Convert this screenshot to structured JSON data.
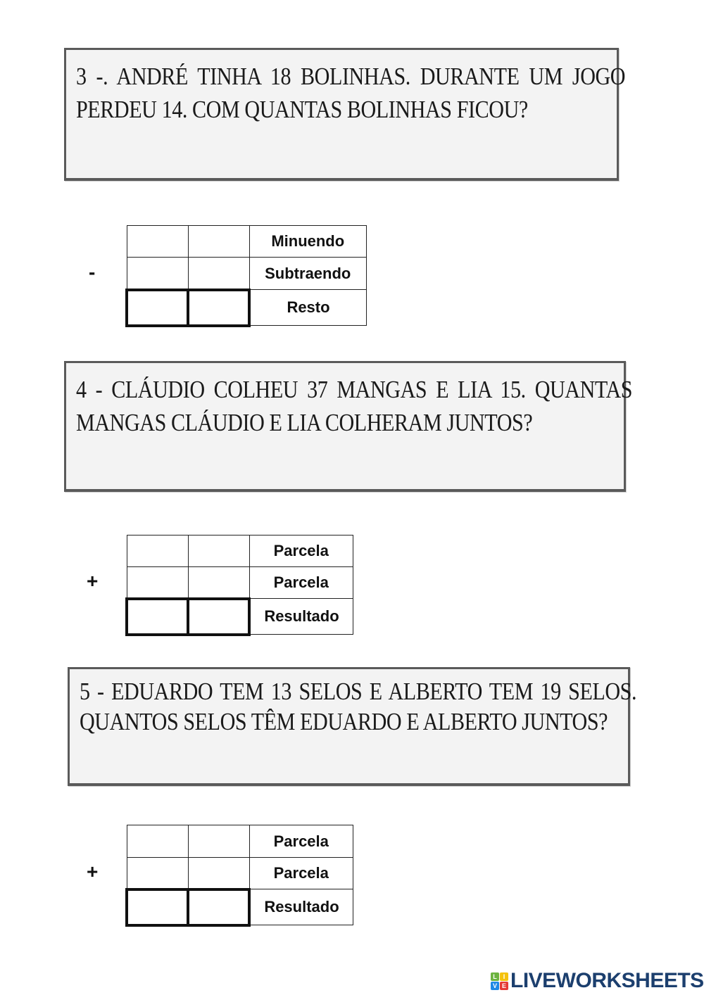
{
  "questions": [
    {
      "number": "3",
      "text": "3 -. ANDRÉ TINHA 18 BOLINHAS. DURANTE UM JOGO PERDEU 14. COM QUANTAS BOLINHAS FICOU?",
      "operation": {
        "sign": "-",
        "rows": [
          {
            "label": "Minuendo",
            "answer_cells": [
              "",
              ""
            ]
          },
          {
            "label": "Subtraendo",
            "answer_cells": [
              "",
              ""
            ]
          },
          {
            "label": "Resto",
            "answer_cells": [
              "",
              ""
            ]
          }
        ]
      }
    },
    {
      "number": "4",
      "text": "4 - CLÁUDIO COLHEU 37 MANGAS E LIA   15. QUANTAS MANGAS CLÁUDIO E LIA COLHERAM JUNTOS?",
      "operation": {
        "sign": "+",
        "rows": [
          {
            "label": "Parcela",
            "answer_cells": [
              "",
              ""
            ]
          },
          {
            "label": "Parcela",
            "answer_cells": [
              "",
              ""
            ]
          },
          {
            "label": "Resultado",
            "answer_cells": [
              "",
              ""
            ]
          }
        ]
      }
    },
    {
      "number": "5",
      "text": "5 - EDUARDO TEM 13 SELOS E ALBERTO TEM 19 SELOS. QUANTOS SELOS TÊM EDUARDO E ALBERTO JUNTOS?",
      "operation": {
        "sign": "+",
        "rows": [
          {
            "label": "Parcela",
            "answer_cells": [
              "",
              ""
            ]
          },
          {
            "label": "Parcela",
            "answer_cells": [
              "",
              ""
            ]
          },
          {
            "label": "Resultado",
            "answer_cells": [
              "",
              ""
            ]
          }
        ]
      }
    }
  ],
  "footer": {
    "logo_text": "LIVEWORKSHEETS",
    "logo_letters": [
      "L",
      "I",
      "V",
      "E"
    ],
    "logo_colors": {
      "L": "#6cb33f",
      "I": "#f4c20d",
      "V": "#1e88e5",
      "E": "#e53935",
      "text": "#1c3f6e"
    }
  }
}
